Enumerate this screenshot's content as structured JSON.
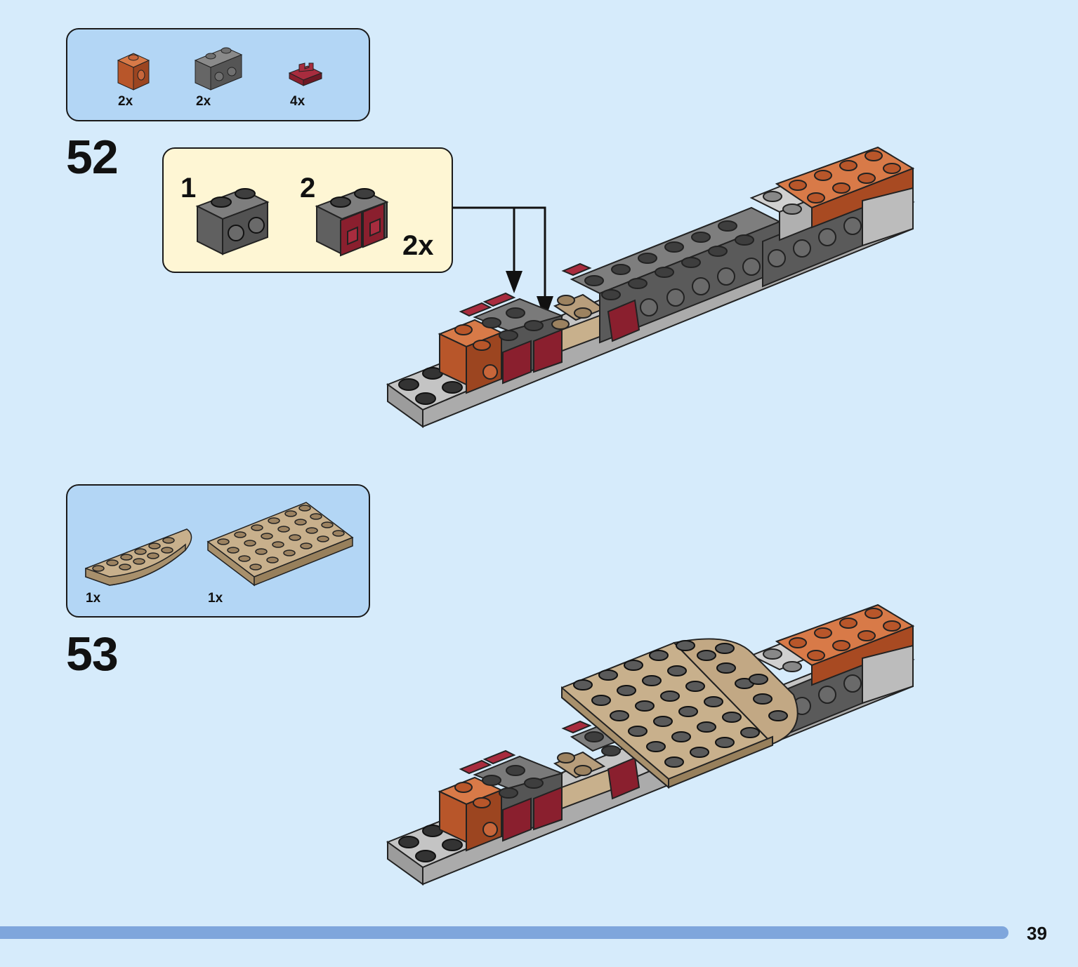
{
  "step52": {
    "number": "52",
    "parts": [
      {
        "icon": "orange-brick-1x1-stud-side-icon",
        "qty": "2x",
        "color": "#b8562a"
      },
      {
        "icon": "dark-gray-brick-1x2-studs-side-icon",
        "qty": "2x",
        "color": "#6b6b6b"
      },
      {
        "icon": "dark-red-clip-plate-icon",
        "qty": "4x",
        "color": "#8a1f2e"
      }
    ],
    "subassembly": {
      "step1": "1",
      "step2": "2",
      "multiplier": "2x"
    }
  },
  "step53": {
    "number": "53",
    "parts": [
      {
        "icon": "tan-round-plate-half-icon",
        "qty": "1x",
        "color": "#b89e7c"
      },
      {
        "icon": "tan-plate-4x6-icon",
        "qty": "1x",
        "color": "#b89e7c"
      }
    ]
  },
  "footer": {
    "page_number": "39",
    "bar_color": "#7fa6dc"
  },
  "colors": {
    "background": "#d6ebfb",
    "parts_box": "#b3d6f5",
    "subassembly_box": "#fef6d4"
  }
}
